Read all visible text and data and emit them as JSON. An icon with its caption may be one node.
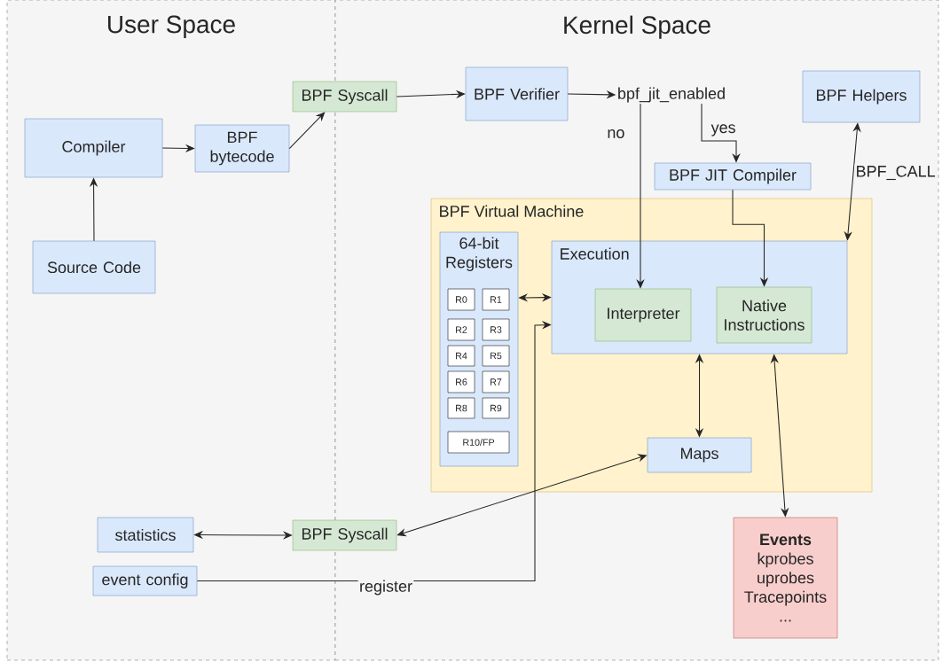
{
  "diagram": {
    "nodes": [
      {
        "text": [
          "User Space"
        ]
      },
      {
        "text": [
          "Kernel Space"
        ]
      },
      {
        "text": [
          "Compiler"
        ],
        "in": 0
      },
      {
        "text": [
          "BPF bytecode"
        ],
        "in": 0
      },
      {
        "text": [
          "BPF Syscall"
        ]
      },
      {
        "text": [
          "BPF Verifier"
        ],
        "in": 1
      },
      {
        "text": [
          "bpf_jit_enabled"
        ],
        "in": 1
      },
      {
        "text": [
          "BPF Helpers"
        ],
        "in": 1
      },
      {
        "text": [
          "BPF JIT Compiler"
        ],
        "in": 1
      },
      {
        "text": [
          "BPF Virtual Machine"
        ],
        "in": 1
      },
      {
        "text": [
          "64-bit Registers"
        ],
        "in": 9
      },
      {
        "text": [
          "R0"
        ],
        "in": 10
      },
      {
        "text": [
          "R1"
        ],
        "in": 10
      },
      {
        "text": [
          "R2"
        ],
        "in": 10
      },
      {
        "text": [
          "R3"
        ],
        "in": 10
      },
      {
        "text": [
          "R4"
        ],
        "in": 10
      },
      {
        "text": [
          "R5"
        ],
        "in": 10
      },
      {
        "text": [
          "R6"
        ],
        "in": 10
      },
      {
        "text": [
          "R7"
        ],
        "in": 10
      },
      {
        "text": [
          "R8"
        ],
        "in": 10
      },
      {
        "text": [
          "R9"
        ],
        "in": 10
      },
      {
        "text": [
          "R10/FP"
        ],
        "in": 10
      },
      {
        "text": [
          "Execution"
        ],
        "in": 9
      },
      {
        "text": [
          "Interpreter"
        ],
        "in": 22
      },
      {
        "text": [
          "Native Instructions"
        ],
        "in": 22
      },
      {
        "text": [
          "Maps"
        ],
        "in": 9
      },
      {
        "text": [
          "Source Code"
        ],
        "in": 0
      },
      {
        "text": [
          "statistics"
        ],
        "in": 0
      },
      {
        "text": [
          "BPF Syscall"
        ]
      },
      {
        "text": [
          "event config"
        ],
        "in": 0
      },
      {
        "text": [
          "Events",
          "kprobes uprobes Tracepoints ..."
        ],
        "in": 1
      }
    ],
    "edges": [
      {
        "from": 26,
        "to": 2,
        "arrow": "to"
      },
      {
        "from": 2,
        "to": 3,
        "arrow": "to"
      },
      {
        "from": 3,
        "to": 4,
        "arrow": "to"
      },
      {
        "from": 4,
        "to": 5,
        "arrow": "to"
      },
      {
        "from": 5,
        "to": 6,
        "arrow": "to"
      },
      {
        "from": 6,
        "to": 23,
        "arrow": "to",
        "label": "no"
      },
      {
        "from": 6,
        "to": 8,
        "arrow": "to",
        "label": "yes"
      },
      {
        "from": 8,
        "to": 24,
        "arrow": "to"
      },
      {
        "from": 7,
        "to": 22,
        "arrow": "both",
        "label": "BPF_CALL"
      },
      {
        "from": 10,
        "to": 22,
        "arrow": "both"
      },
      {
        "from": 22,
        "to": 25,
        "arrow": "both"
      },
      {
        "from": 30,
        "to": 22,
        "arrow": "both"
      },
      {
        "from": 25,
        "to": 28,
        "arrow": "both"
      },
      {
        "from": 27,
        "to": 28,
        "arrow": "both"
      },
      {
        "from": 29,
        "to": 22,
        "arrow": "to",
        "label": "register"
      }
    ]
  }
}
